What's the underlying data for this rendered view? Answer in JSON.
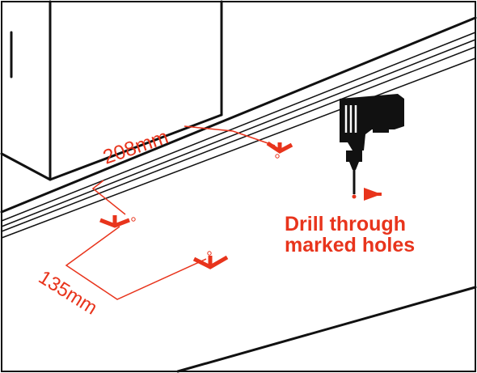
{
  "dimensions": {
    "width_label": "208mm",
    "depth_label": "135mm"
  },
  "instruction": {
    "line1": "Drill through",
    "line2": "marked holes"
  },
  "colors": {
    "accent": "#e8341c",
    "line": "#111111",
    "background": "#ffffff"
  },
  "icons": [
    "drill-icon",
    "arrow-right-icon"
  ]
}
